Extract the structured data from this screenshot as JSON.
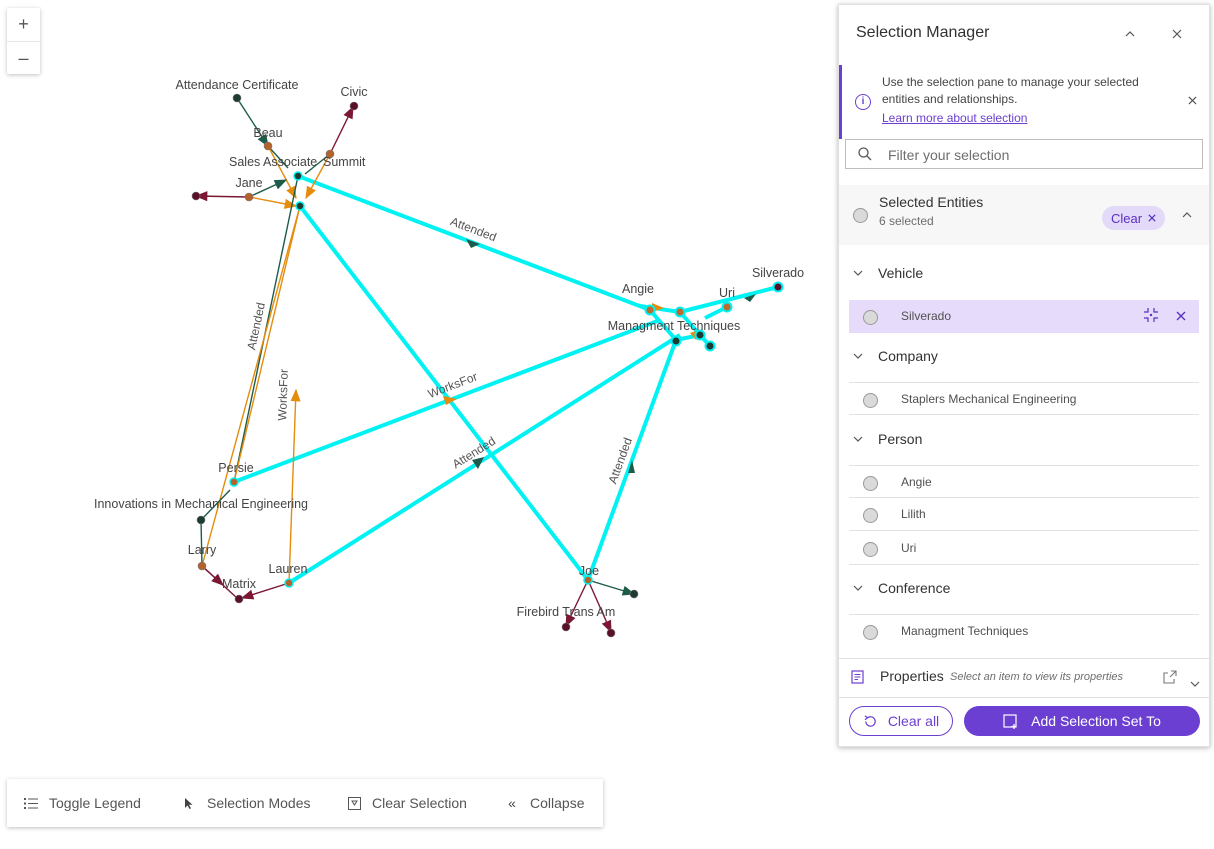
{
  "zoom": {
    "in_label": "+",
    "out_label": "–"
  },
  "graph": {
    "nodes": {
      "attendance_certificate": "Attendance Certificate",
      "civic": "Civic",
      "beau": "Beau",
      "sales_associate": "Sales Associate",
      "summit": "Summit",
      "jane": "Jane",
      "angie": "Angie",
      "uri": "Uri",
      "silverado": "Silverado",
      "managment_techniques": "Managment Techniques",
      "persie": "Persie",
      "innovations": "Innovations in Mechanical Engineering",
      "larry": "Larry",
      "lauren": "Lauren",
      "matrix": "Matrix",
      "joe": "Joe",
      "firebird": "Firebird Trans Am"
    },
    "edge_labels": {
      "attended_top": "Attended",
      "attended_left": "Attended",
      "worksfor_left": "WorksFor",
      "worksfor_mid": "WorksFor",
      "attended_mid": "Attended",
      "attended_right": "Attended"
    },
    "colors": {
      "selected": "#00f2f2",
      "attended": "#1d5c4a",
      "worksfor": "#e58c0c",
      "owns": "#7b1733",
      "node_dark": "#1e3b33",
      "node_orange": "#b4612a"
    }
  },
  "toolbar": {
    "legend": {
      "icon": "list-icon",
      "label": "Toggle Legend"
    },
    "modes": {
      "icon": "cursor-icon",
      "label": "Selection Modes"
    },
    "clear": {
      "icon": "clear-selection-icon",
      "label": "Clear Selection"
    },
    "collapse": {
      "icon": "double-chevron-left-icon",
      "label": "Collapse"
    }
  },
  "panel": {
    "title": "Selection Manager",
    "notice": {
      "text": "Use the selection pane to manage your selected entities and relationships.",
      "link": "Learn more about selection"
    },
    "filter_placeholder": "Filter your selection",
    "entities": {
      "title": "Selected Entities",
      "count": "6 selected",
      "clear_label": "Clear"
    },
    "groups": [
      {
        "label": "Vehicle",
        "items": [
          "Silverado"
        ]
      },
      {
        "label": "Company",
        "items": [
          "Staplers Mechanical Engineering"
        ]
      },
      {
        "label": "Person",
        "items": [
          "Angie",
          "Lilith",
          "Uri"
        ]
      },
      {
        "label": "Conference",
        "items": [
          "Managment Techniques"
        ]
      }
    ],
    "properties": {
      "label": "Properties",
      "hint": "Select an item to view its properties"
    },
    "footer": {
      "clear_all": "Clear all",
      "add_set": "Add Selection Set To"
    }
  }
}
